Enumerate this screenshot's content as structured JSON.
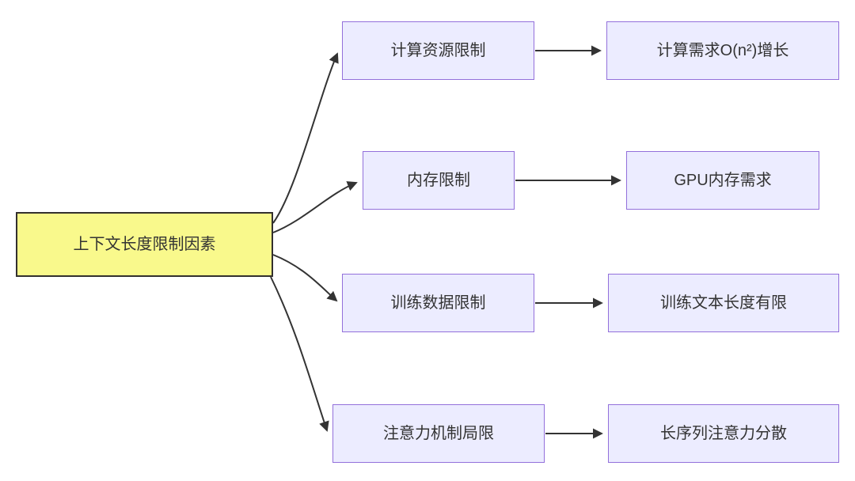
{
  "diagram": {
    "type": "flowchart-left-to-right",
    "root": {
      "label": "上下文长度限制因素",
      "fill": "#F9F98C",
      "border": "#333333"
    },
    "node_style": {
      "fill": "#ECECFF",
      "border": "#9370DB",
      "text_color": "#333333"
    },
    "edge_color": "#333333",
    "branches": [
      {
        "cause": {
          "label": "计算资源限制"
        },
        "effect": {
          "label": "计算需求O(n²)增长"
        }
      },
      {
        "cause": {
          "label": "内存限制"
        },
        "effect": {
          "label": "GPU内存需求"
        }
      },
      {
        "cause": {
          "label": "训练数据限制"
        },
        "effect": {
          "label": "训练文本长度有限"
        }
      },
      {
        "cause": {
          "label": "注意力机制局限"
        },
        "effect": {
          "label": "长序列注意力分散"
        }
      }
    ]
  }
}
